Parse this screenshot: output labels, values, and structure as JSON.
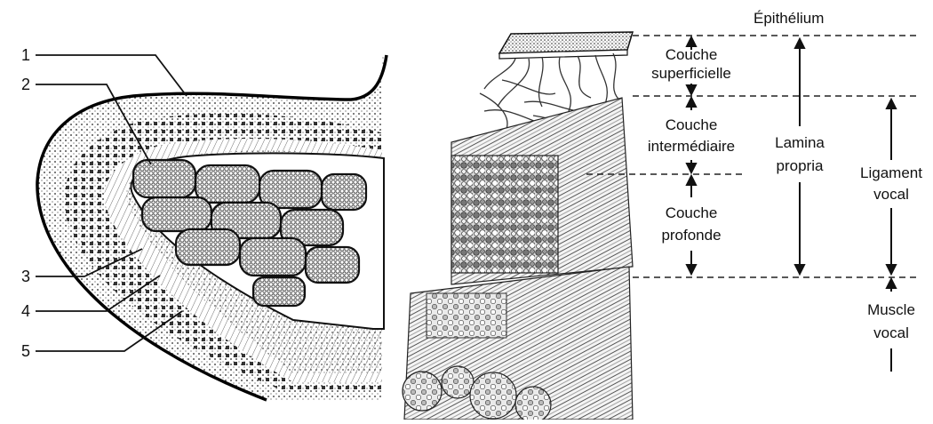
{
  "left_panel": {
    "callouts": [
      "1",
      "2",
      "3",
      "4",
      "5"
    ]
  },
  "right_panel": {
    "epithelium": "Épithélium",
    "superficial_layer": [
      "Couche",
      "superficielle"
    ],
    "intermediate_layer": [
      "Couche",
      "intermédiaire"
    ],
    "deep_layer": [
      "Couche",
      "profonde"
    ],
    "lamina_propria": [
      "Lamina",
      "propria"
    ],
    "vocal_ligament": [
      "Ligament",
      "vocal"
    ],
    "vocal_muscle": [
      "Muscle",
      "vocal"
    ]
  }
}
